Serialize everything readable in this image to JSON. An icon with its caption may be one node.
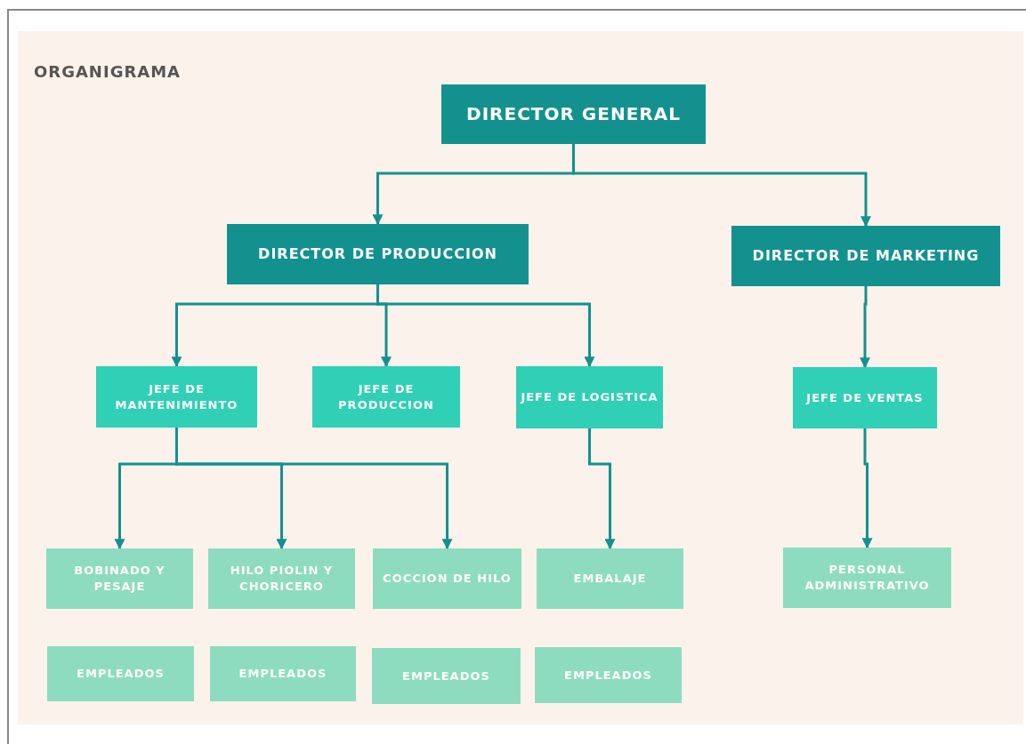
{
  "diagram": {
    "title": "ORGANIGRAMA",
    "nodes": [
      {
        "text": [
          "DIRECTOR GENERAL"
        ]
      },
      {
        "text": [
          "DIRECTOR DE PRODUCCION"
        ]
      },
      {
        "text": [
          "DIRECTOR DE MARKETING"
        ]
      },
      {
        "text": [
          "JEFE DE MANTENIMIENTO"
        ]
      },
      {
        "text": [
          "JEFE DE PRODUCCION"
        ]
      },
      {
        "text": [
          "JEFE DE LOGISTICA"
        ]
      },
      {
        "text": [
          "JEFE DE VENTAS"
        ]
      },
      {
        "text": [
          "BOBINADO Y PESAJE"
        ]
      },
      {
        "text": [
          "HILO PIOLIN Y CHORICERO"
        ]
      },
      {
        "text": [
          "COCCION DE HILO"
        ]
      },
      {
        "text": [
          "EMBALAJE"
        ]
      },
      {
        "text": [
          "PERSONAL ADMINISTRATIVO"
        ]
      },
      {
        "text": [
          "EMPLEADOS"
        ]
      },
      {
        "text": [
          "EMPLEADOS"
        ]
      },
      {
        "text": [
          "EMPLEADOS"
        ]
      },
      {
        "text": [
          "EMPLEADOS"
        ]
      }
    ],
    "edges": [
      {
        "from": 0,
        "to": 1,
        "arrow": "to"
      },
      {
        "from": 0,
        "to": 2,
        "arrow": "to"
      },
      {
        "from": 1,
        "to": 3,
        "arrow": "to"
      },
      {
        "from": 1,
        "to": 4,
        "arrow": "to"
      },
      {
        "from": 1,
        "to": 5,
        "arrow": "to"
      },
      {
        "from": 2,
        "to": 6,
        "arrow": "to"
      },
      {
        "from": 3,
        "to": 7,
        "arrow": "to"
      },
      {
        "from": 3,
        "to": 8,
        "arrow": "to"
      },
      {
        "from": 3,
        "to": 9,
        "arrow": "to"
      },
      {
        "from": 5,
        "to": 10,
        "arrow": "to"
      },
      {
        "from": 6,
        "to": 11,
        "arrow": "to"
      }
    ]
  }
}
